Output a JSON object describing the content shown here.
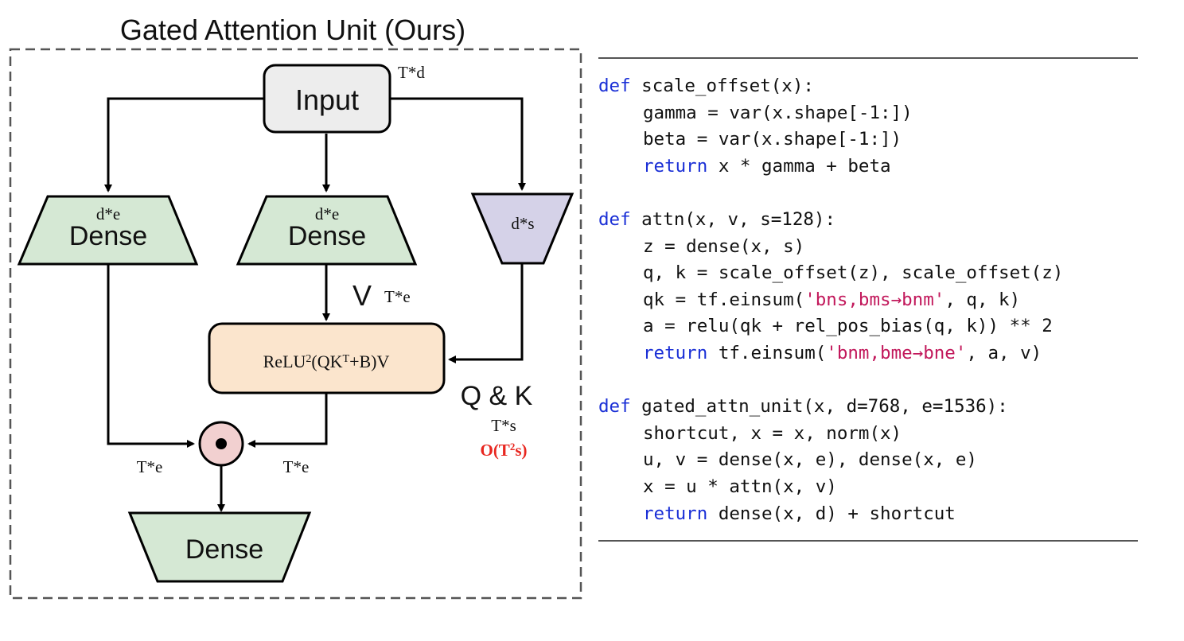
{
  "diagram": {
    "title": "Gated Attention Unit (Ours)",
    "input_label": "Input",
    "input_dim": "T*d",
    "dense_left": {
      "dim": "d*e",
      "label": "Dense"
    },
    "dense_mid": {
      "dim": "d*e",
      "label": "Dense"
    },
    "dense_right": {
      "dim": "d*s"
    },
    "v_label": "V",
    "v_dim": "T*e",
    "relu_box": {
      "base": "ReLU",
      "sup1": "2",
      "mid": "(QK",
      "sup2": "T",
      "end": "+B)V"
    },
    "qk_label": "Q & K",
    "qk_dim": "T*s",
    "complexity": {
      "base": "O(T",
      "sup": "2",
      "end": "s)"
    },
    "left_dim": "T*e",
    "right_dim": "T*e",
    "dense_bottom": {
      "label": "Dense"
    },
    "colors": {
      "dense_fill": "#d5e8d4",
      "proj_fill": "#d5d2e8",
      "relu_fill": "#fbe5cd",
      "input_fill": "#ededed",
      "mul_fill": "#f2d0d0",
      "complexity": "#e8261f"
    }
  },
  "code": {
    "lines": [
      {
        "indent": 0,
        "tokens": [
          {
            "t": "def",
            "c": "kw"
          },
          {
            "t": " scale_offset(x):",
            "c": ""
          }
        ]
      },
      {
        "indent": 1,
        "tokens": [
          {
            "t": "gamma = var(x.shape[-1:])",
            "c": ""
          }
        ]
      },
      {
        "indent": 1,
        "tokens": [
          {
            "t": "beta = var(x.shape[-1:])",
            "c": ""
          }
        ]
      },
      {
        "indent": 1,
        "tokens": [
          {
            "t": "return",
            "c": "kw"
          },
          {
            "t": " x * gamma + beta",
            "c": ""
          }
        ]
      },
      {
        "blank": true
      },
      {
        "indent": 0,
        "tokens": [
          {
            "t": "def",
            "c": "kw"
          },
          {
            "t": " attn(x, v, s=128):",
            "c": ""
          }
        ]
      },
      {
        "indent": 1,
        "tokens": [
          {
            "t": "z = dense(x, s)",
            "c": ""
          }
        ]
      },
      {
        "indent": 1,
        "tokens": [
          {
            "t": "q, k = scale_offset(z), scale_offset(z)",
            "c": ""
          }
        ]
      },
      {
        "indent": 1,
        "tokens": [
          {
            "t": "qk = tf.einsum(",
            "c": ""
          },
          {
            "t": "'bns,bms→bnm'",
            "c": "str"
          },
          {
            "t": ", q, k)",
            "c": ""
          }
        ]
      },
      {
        "indent": 1,
        "tokens": [
          {
            "t": "a = relu(qk + rel_pos_bias(q, k)) ** 2",
            "c": ""
          }
        ]
      },
      {
        "indent": 1,
        "tokens": [
          {
            "t": "return",
            "c": "kw"
          },
          {
            "t": " tf.einsum(",
            "c": ""
          },
          {
            "t": "'bnm,bme→bne'",
            "c": "str"
          },
          {
            "t": ", a, v)",
            "c": ""
          }
        ]
      },
      {
        "blank": true
      },
      {
        "indent": 0,
        "tokens": [
          {
            "t": "def",
            "c": "kw"
          },
          {
            "t": " gated_attn_unit(x, d=768, e=1536):",
            "c": ""
          }
        ]
      },
      {
        "indent": 1,
        "tokens": [
          {
            "t": "shortcut, x = x, norm(x)",
            "c": ""
          }
        ]
      },
      {
        "indent": 1,
        "tokens": [
          {
            "t": "u, v = dense(x, e), dense(x, e)",
            "c": ""
          }
        ]
      },
      {
        "indent": 1,
        "tokens": [
          {
            "t": "x = u * attn(x, v)",
            "c": ""
          }
        ]
      },
      {
        "indent": 1,
        "tokens": [
          {
            "t": "return",
            "c": "kw"
          },
          {
            "t": " dense(x, d) + shortcut",
            "c": ""
          }
        ]
      }
    ],
    "colors": {
      "keyword": "#1a2fd6",
      "string": "#c2185b"
    }
  }
}
